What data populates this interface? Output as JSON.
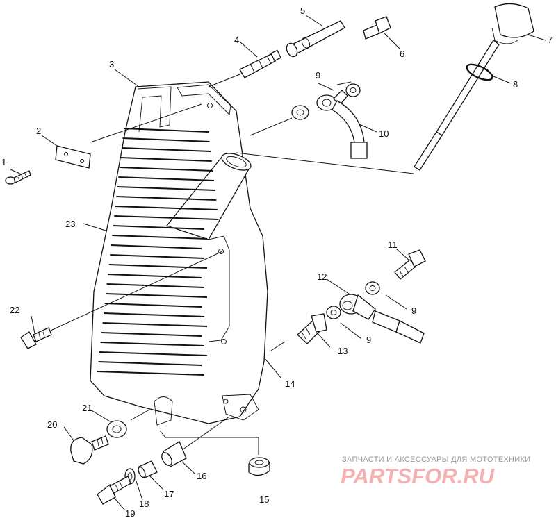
{
  "callouts": [
    {
      "id": "1",
      "text": "1"
    },
    {
      "id": "2",
      "text": "2"
    },
    {
      "id": "3",
      "text": "3"
    },
    {
      "id": "4",
      "text": "4"
    },
    {
      "id": "5",
      "text": "5"
    },
    {
      "id": "6",
      "text": "6"
    },
    {
      "id": "7",
      "text": "7"
    },
    {
      "id": "8",
      "text": "8"
    },
    {
      "id": "9a",
      "text": "9"
    },
    {
      "id": "9b",
      "text": "9"
    },
    {
      "id": "9c",
      "text": "9"
    },
    {
      "id": "10",
      "text": "10"
    },
    {
      "id": "11",
      "text": "11"
    },
    {
      "id": "12",
      "text": "12"
    },
    {
      "id": "13",
      "text": "13"
    },
    {
      "id": "14",
      "text": "14"
    },
    {
      "id": "15",
      "text": "15"
    },
    {
      "id": "16",
      "text": "16"
    },
    {
      "id": "17",
      "text": "17"
    },
    {
      "id": "18",
      "text": "18"
    },
    {
      "id": "19",
      "text": "19"
    },
    {
      "id": "20",
      "text": "20"
    },
    {
      "id": "21",
      "text": "21"
    },
    {
      "id": "22",
      "text": "22"
    },
    {
      "id": "23",
      "text": "23"
    }
  ],
  "watermark": {
    "tagline": "ЗАПЧАСТИ И АКСЕССУАРЫ ДЛЯ МОТОТЕХНИКИ",
    "logo": "PARTSFOR.RU"
  }
}
